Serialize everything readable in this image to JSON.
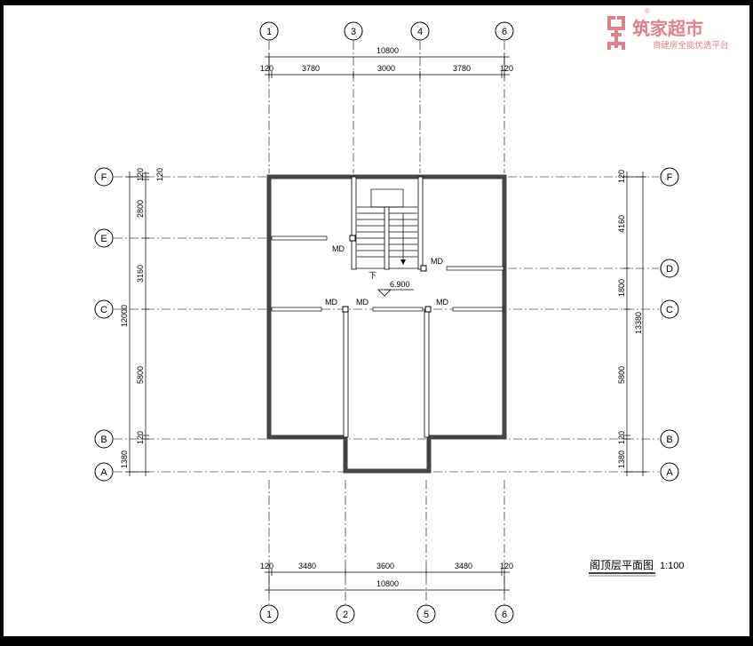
{
  "logo": {
    "name": "筑家超市",
    "slogan": "自建房全能优选平台",
    "reg": "®",
    "color": "#e0808a"
  },
  "title": {
    "text": "阁顶层平面图",
    "scale": "1:100"
  },
  "elevation": "6.900",
  "door_label": "MD",
  "stair_label": "下",
  "axes": {
    "top": [
      "1",
      "3",
      "4",
      "6"
    ],
    "bottom": [
      "1",
      "2",
      "5",
      "6"
    ],
    "left": [
      "F",
      "E",
      "C",
      "B",
      "A"
    ],
    "right": [
      "F",
      "D",
      "C",
      "B",
      "A"
    ]
  },
  "dims": {
    "top_total": "10800",
    "top_segments": [
      "120",
      "3780",
      "3000",
      "3780",
      "120"
    ],
    "bottom_total": "10800",
    "bottom_segments": [
      "120",
      "3480",
      "3600",
      "3480",
      "120"
    ],
    "left_segments": [
      "120",
      "120",
      "2800",
      "3160",
      "5800",
      "120",
      "1380"
    ],
    "left_total": "12000",
    "right_segments": [
      "120",
      "4160",
      "1800",
      "5800",
      "120",
      "1380"
    ],
    "right_total": "13380"
  }
}
